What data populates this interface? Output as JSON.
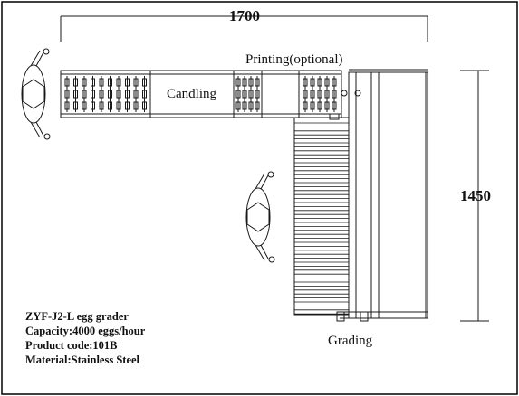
{
  "diagram": {
    "dimension_width": "1700",
    "dimension_height": "1450",
    "section_candling": "Candling",
    "section_printing": "Printing(optional)",
    "section_grading": "Grading",
    "specs": {
      "model": "ZYF-J2-L egg grader",
      "capacity": "Capacity:4000 eggs/hour",
      "product_code": "Product code:101B",
      "material": "Material:Stainless Steel"
    },
    "operator_count": 2
  },
  "colors": {
    "line": "#1a1a1a",
    "background": "#ffffff",
    "frame": "#000000"
  }
}
